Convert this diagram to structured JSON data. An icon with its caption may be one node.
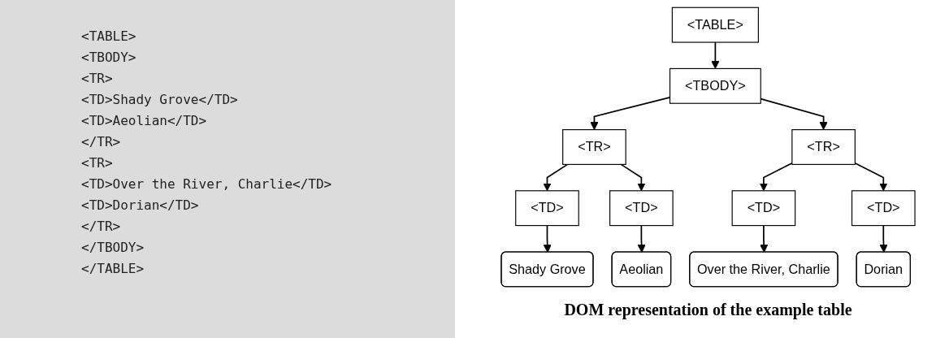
{
  "diagram": {
    "caption": "DOM representation of the example table",
    "nodes": [
      {
        "text": [
          "<TABLE>"
        ]
      },
      {
        "text": [
          "<TBODY>"
        ]
      },
      {
        "text": [
          "<TR>"
        ]
      },
      {
        "text": [
          "<TR>"
        ]
      },
      {
        "text": [
          "<TD>"
        ]
      },
      {
        "text": [
          "<TD>"
        ]
      },
      {
        "text": [
          "<TD>"
        ]
      },
      {
        "text": [
          "<TD>"
        ]
      },
      {
        "text": [
          "Shady Grove"
        ]
      },
      {
        "text": [
          "Aeolian"
        ]
      },
      {
        "text": [
          "Over the River, Charlie"
        ]
      },
      {
        "text": [
          "Dorian"
        ]
      }
    ],
    "edges": [
      {
        "from": 0,
        "to": 1,
        "arrow": "to"
      },
      {
        "from": 1,
        "to": 2,
        "arrow": "to"
      },
      {
        "from": 1,
        "to": 3,
        "arrow": "to"
      },
      {
        "from": 2,
        "to": 4,
        "arrow": "to"
      },
      {
        "from": 2,
        "to": 5,
        "arrow": "to"
      },
      {
        "from": 3,
        "to": 6,
        "arrow": "to"
      },
      {
        "from": 3,
        "to": 7,
        "arrow": "to"
      },
      {
        "from": 4,
        "to": 8,
        "arrow": "to"
      },
      {
        "from": 5,
        "to": 9,
        "arrow": "to"
      },
      {
        "from": 6,
        "to": 10,
        "arrow": "to"
      },
      {
        "from": 7,
        "to": 11,
        "arrow": "to"
      }
    ],
    "labels": [
      "<TABLE>",
      "<TBODY>",
      "<TR>",
      "<TD>Shady Grove</TD>",
      "<TD>Aeolian</TD>",
      "</TR>",
      "<TR>",
      "<TD>Over the River, Charlie</TD>",
      "<TD>Dorian</TD>",
      "</TR>",
      "</TBODY>",
      "</TABLE>"
    ]
  }
}
